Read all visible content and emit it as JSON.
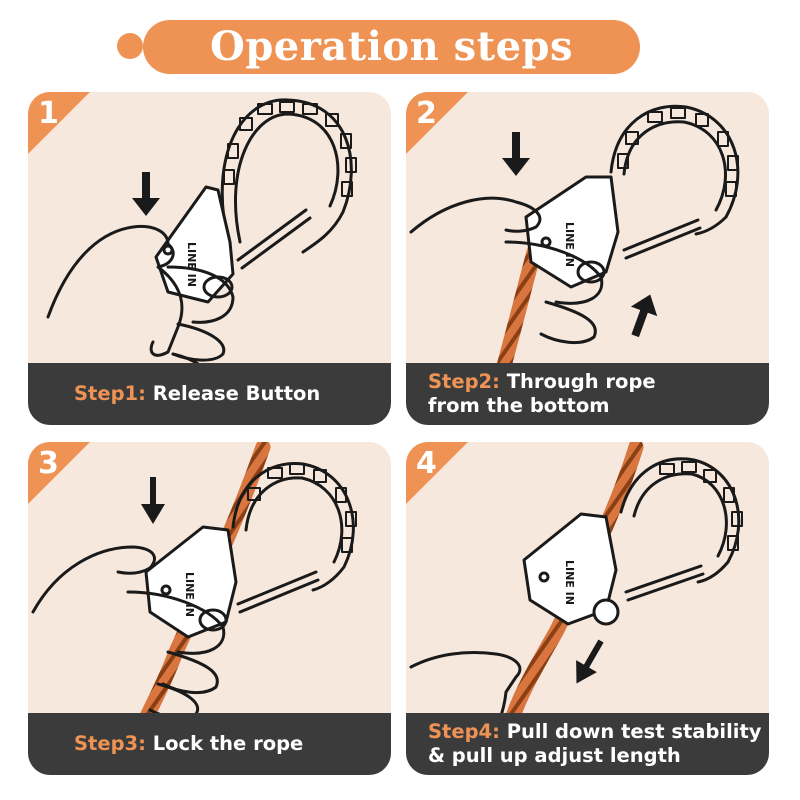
{
  "banner": {
    "title": "Operation steps"
  },
  "panels": [
    {
      "number": "1",
      "step_label": "Step1:",
      "line1": "Release Button",
      "line2": "",
      "device_text": "LINE IN"
    },
    {
      "number": "2",
      "step_label": "Step2:",
      "line1": "Through rope",
      "line2": "from the bottom",
      "device_text": "LINE IN"
    },
    {
      "number": "3",
      "step_label": "Step3:",
      "line1": "Lock the rope",
      "line2": "",
      "device_text": "LINE IN"
    },
    {
      "number": "4",
      "step_label": "Step4:",
      "line1": "Pull down test stability",
      "line2": "& pull up adjust length",
      "device_text": "LINE IN"
    }
  ],
  "colors": {
    "accent": "#ef9355",
    "panel_bg": "#f7e8de",
    "caption_bg": "#3b3b3b",
    "rope": "#d9753f"
  },
  "icons": [
    "arrow-down-icon",
    "arrow-up-icon",
    "arrow-down-left-icon",
    "hook-illustration",
    "hand-illustration",
    "rope-illustration"
  ]
}
